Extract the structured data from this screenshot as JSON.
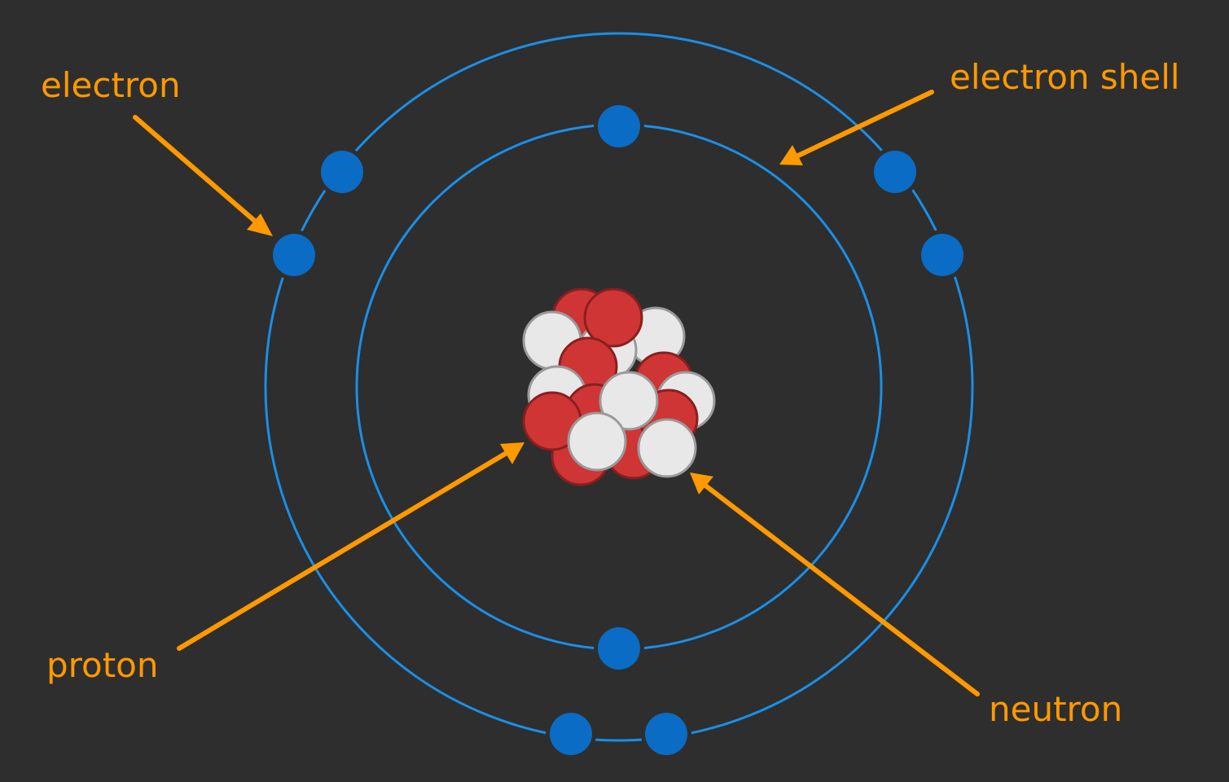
{
  "labels": {
    "electron": "electron",
    "electron_shell": "electron shell",
    "proton": "proton",
    "neutron": "neutron"
  },
  "colors": {
    "background": "#2e2e2e",
    "shell": "#1a8fe8",
    "electron": "#0a6cc4",
    "arrow": "#ff9900",
    "label": "#ff9900",
    "proton_fill": "#cf3535",
    "proton_stroke": "#8a1f1f",
    "neutron_fill": "#e8e8e8",
    "neutron_stroke": "#9a9a9a"
  },
  "diagram": {
    "shell_count": 2,
    "inner_shell_electrons": 2,
    "outer_shell_electrons": 6,
    "nucleus": {
      "protons": 9,
      "neutrons": 7
    }
  }
}
